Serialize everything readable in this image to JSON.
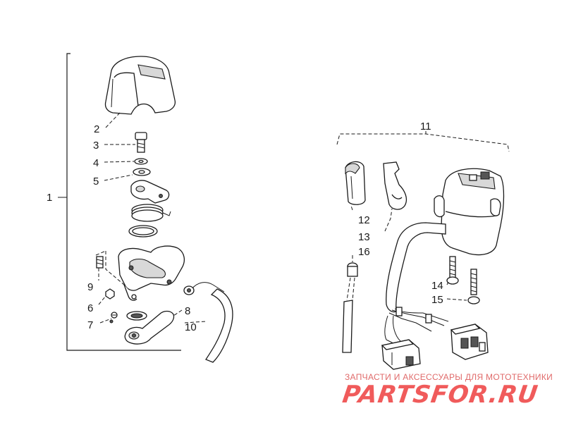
{
  "diagram": {
    "assembly_label": "1",
    "callouts": {
      "c2": "2",
      "c3": "3",
      "c4": "4",
      "c5": "5",
      "c6": "6",
      "c7": "7",
      "c8": "8",
      "c9": "9",
      "c10": "10",
      "c11": "11",
      "c12": "12",
      "c13": "13",
      "c14": "14",
      "c15": "15",
      "c16": "16"
    }
  },
  "watermark": {
    "tagline": "ЗАПЧАСТИ И АКСЕССУАРЫ ДЛЯ МОТОТЕХНИКИ",
    "logo_text": "PARTSFOR.RU",
    "color": "#ee3f3f"
  }
}
